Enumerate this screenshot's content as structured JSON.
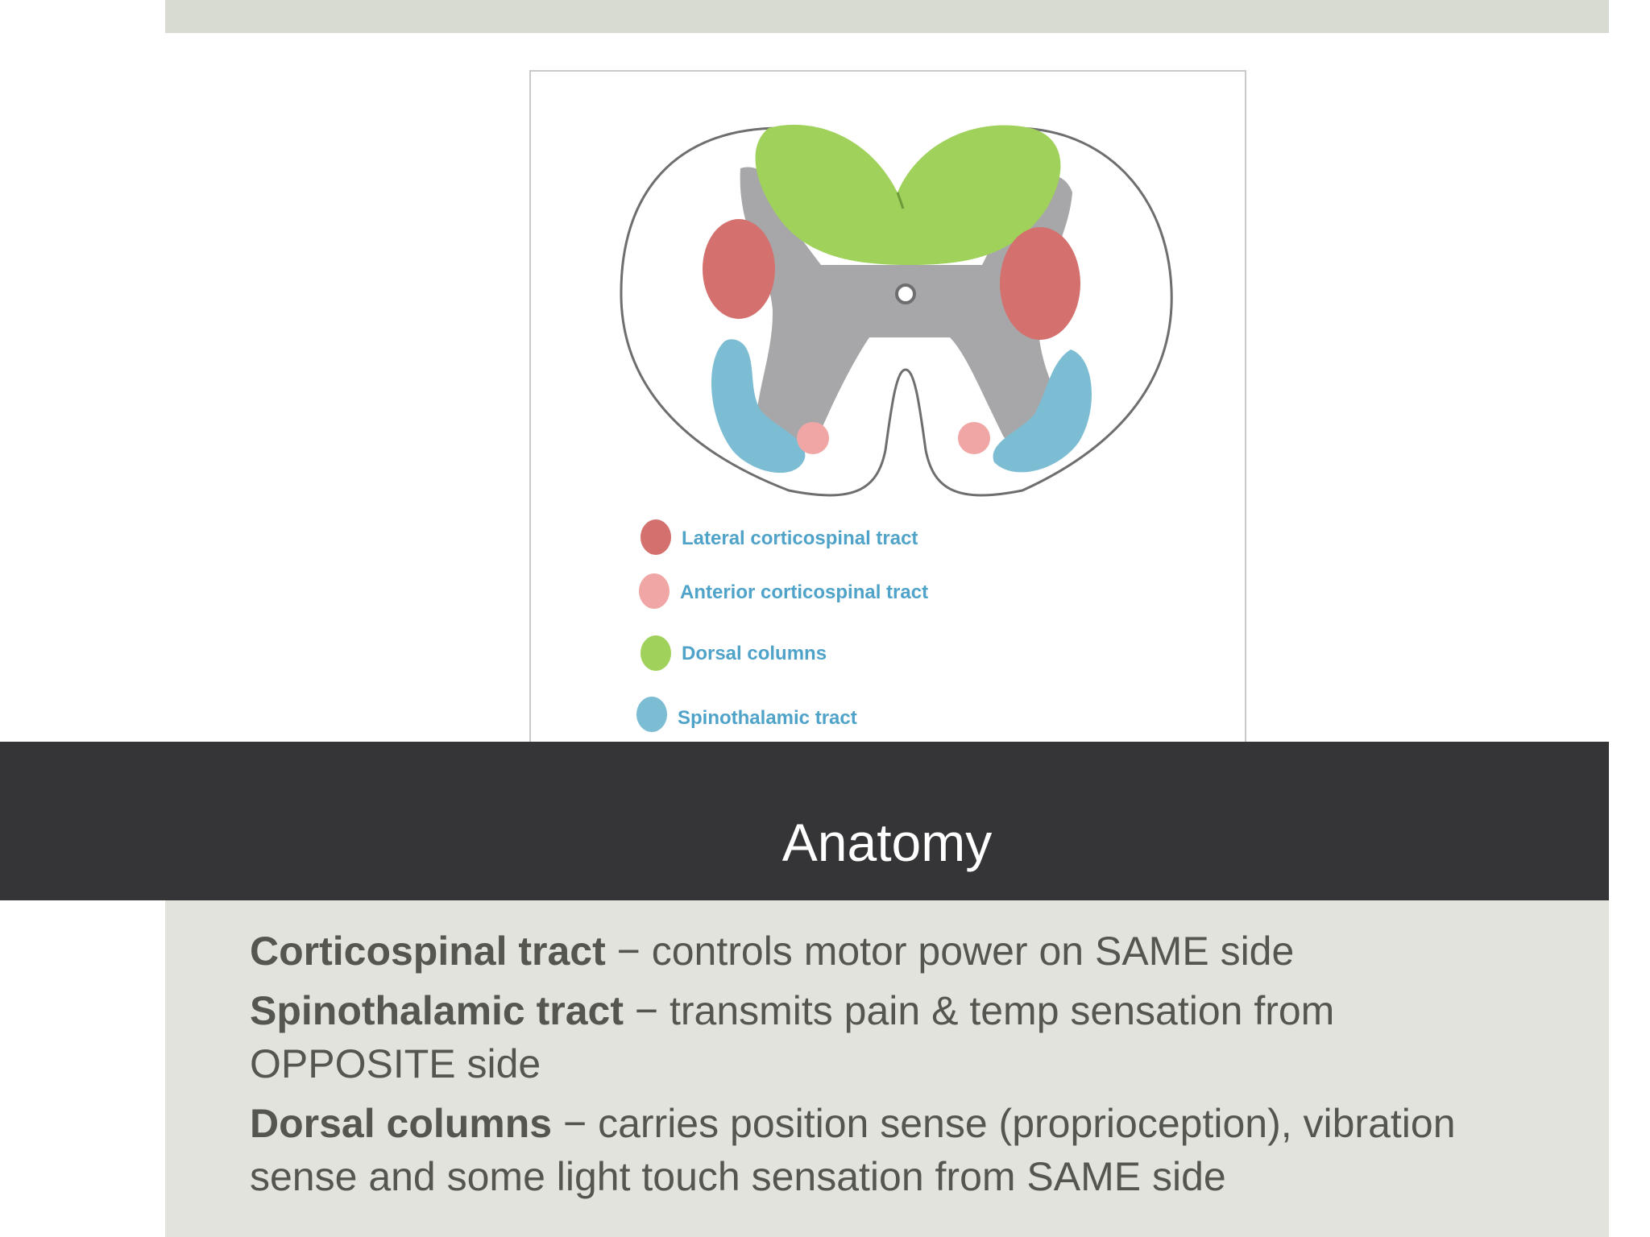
{
  "slide": {
    "title": "Anatomy"
  },
  "figure": {
    "legend": [
      {
        "label": "Lateral corticospinal tract",
        "color": "#d4706e"
      },
      {
        "label": "Anterior corticospinal tract",
        "color": "#f0a6a4"
      },
      {
        "label": "Dorsal columns",
        "color": "#9fd15b"
      },
      {
        "label": "Spinothalamic tract",
        "color": "#7cbdd3"
      }
    ],
    "colors": {
      "gray_matter": "#a7a7a9",
      "outline": "#6e6e70"
    }
  },
  "bullets": [
    {
      "term": "Corticospinal tract",
      "separator": " − ",
      "text": "controls motor power on SAME side"
    },
    {
      "term": "Spinothalamic tract",
      "separator": " − ",
      "text": "transmits pain & temp sensation from OPPOSITE side"
    },
    {
      "term": "Dorsal columns",
      "separator": " − ",
      "text": "carries position sense (proprioception), vibration sense and some light touch sensation from SAME side"
    }
  ]
}
